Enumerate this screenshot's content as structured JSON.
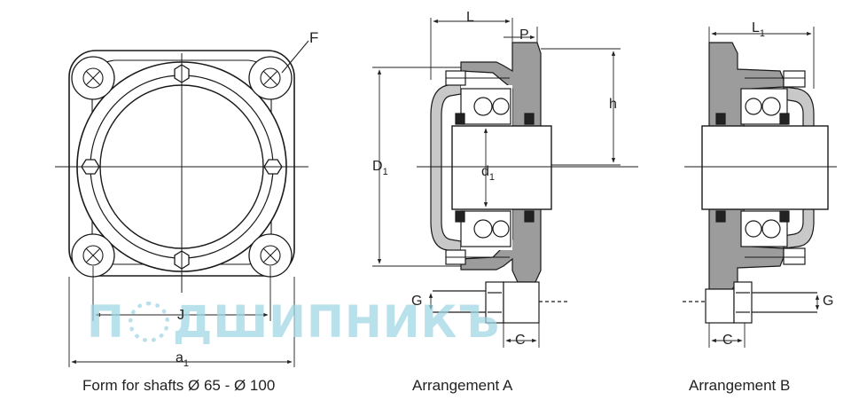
{
  "captions": {
    "left": "Form for shafts Ø 65 - Ø 100",
    "middle": "Arrangement A",
    "right": "Arrangement B"
  },
  "labels": {
    "F": "F",
    "J": "J",
    "a1_base": "a",
    "a1_sub": "1",
    "L": "L",
    "P": "P",
    "h": "h",
    "D1_base": "D",
    "D1_sub": "1",
    "d1_base": "d",
    "d1_sub": "1",
    "G_a": "G",
    "C_a": "C",
    "L1_base": "L",
    "L1_sub": "1",
    "G_b": "G",
    "C_b": "C"
  },
  "watermark": {
    "text_left": "П",
    "text_right": "ДШИПНИКЪ",
    "color": "#9fd6e4"
  },
  "colors": {
    "housing_fill": "#9c9c9c",
    "line": "#1a1a1a",
    "shaft_fill": "#ffffff"
  }
}
